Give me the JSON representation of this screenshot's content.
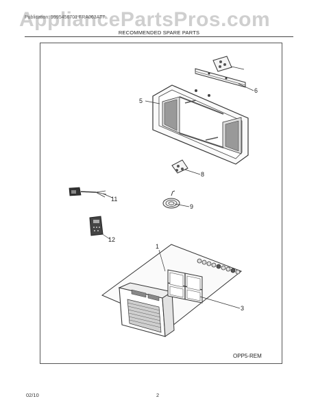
{
  "watermark": "AppliancePartsPros.com",
  "header_line": "Publication: 5995456701   FRA063AT7",
  "subtitle": "RECOMMENDED SPARE PARTS",
  "diagram_code": "OPP5-REM",
  "callouts": {
    "c1": "1",
    "c3": "3",
    "c5": "5",
    "c6": "6",
    "c8": "8",
    "c9": "9",
    "c11": "11",
    "c12": "12"
  },
  "footer": {
    "date": "02/10",
    "page": "2"
  }
}
